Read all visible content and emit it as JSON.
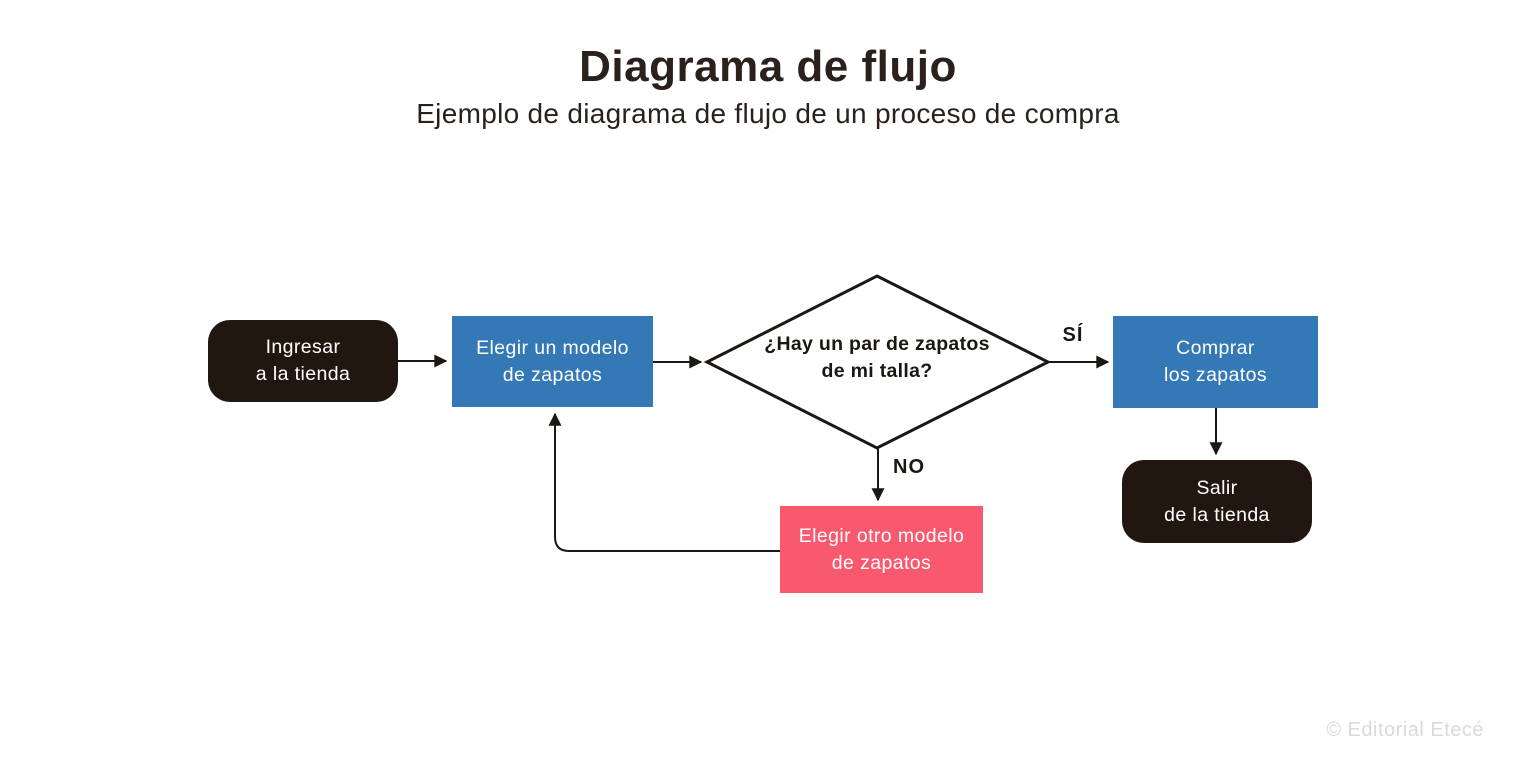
{
  "header": {
    "title": "Diagrama de flujo",
    "subtitle": "Ejemplo de diagrama de flujo de un proceso de compra"
  },
  "flowchart": {
    "nodes": {
      "start": {
        "label": "Ingresar\na la tienda",
        "shape": "rounded-terminal",
        "color": "#221611"
      },
      "choose_model": {
        "label": "Elegir un modelo\nde zapatos",
        "shape": "rectangle-process",
        "color": "#3478b6"
      },
      "decision": {
        "label": "¿Hay un par de zapatos\nde mi talla?",
        "shape": "diamond-decision",
        "color": "#ffffff"
      },
      "buy": {
        "label": "Comprar\nlos zapatos",
        "shape": "rectangle-process",
        "color": "#3478b6"
      },
      "exit": {
        "label": "Salir\nde la tienda",
        "shape": "rounded-terminal",
        "color": "#221611"
      },
      "choose_other": {
        "label": "Elegir otro modelo\nde zapatos",
        "shape": "rectangle-alternate",
        "color": "#f9596e"
      }
    },
    "edge_labels": {
      "yes": "SÍ",
      "no": "NO"
    }
  },
  "footer": {
    "credit": "© Editorial Etecé"
  },
  "colors": {
    "terminal": "#221611",
    "process": "#3478b6",
    "alternate": "#f9596e",
    "line": "#1d1712",
    "heading": "#2b211c",
    "credit": "#dadada"
  }
}
